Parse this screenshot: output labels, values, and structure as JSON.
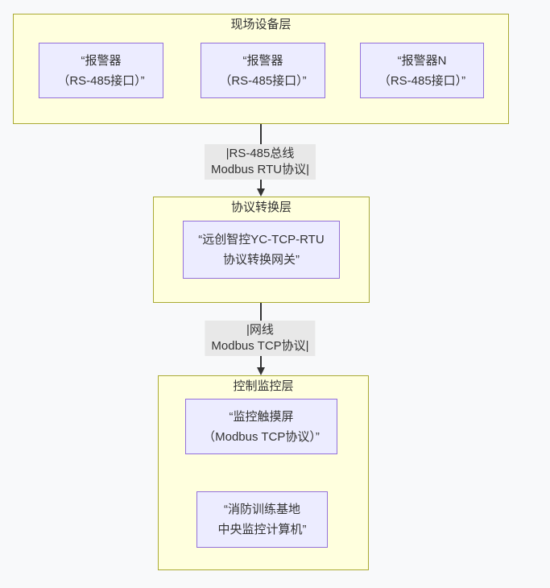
{
  "diagram": {
    "clusters": [
      {
        "title": "现场设备层",
        "nodes": [
          {
            "line1": "“报警器",
            "line2": "（RS-485接口）”"
          },
          {
            "line1": "“报警器",
            "line2": "（RS-485接口）”"
          },
          {
            "line1": "“报警器N",
            "line2": "（RS-485接口）”"
          }
        ]
      },
      {
        "title": "协议转换层",
        "nodes": [
          {
            "line1": "“远创智控YC-TCP-RTU",
            "line2": "协议转换网关”"
          }
        ]
      },
      {
        "title": "控制监控层",
        "nodes": [
          {
            "line1": "“监控触摸屏",
            "line2": "（Modbus TCP协议）”"
          },
          {
            "line1": "“消防训练基地",
            "line2": "中央监控计算机”"
          }
        ]
      }
    ],
    "edges": [
      {
        "line1": "|RS-485总线",
        "line2": "Modbus RTU协议|"
      },
      {
        "line1": "|网线",
        "line2": "Modbus TCP协议|"
      }
    ],
    "colors": {
      "page_bg": "#f8f9fa",
      "cluster_fill": "#ffffde",
      "cluster_border": "#aaaa33",
      "node_fill": "#ececff",
      "node_border": "#9370db",
      "edge_label_bg": "#e8e8e8",
      "text": "#333333",
      "line": "#333333"
    }
  }
}
